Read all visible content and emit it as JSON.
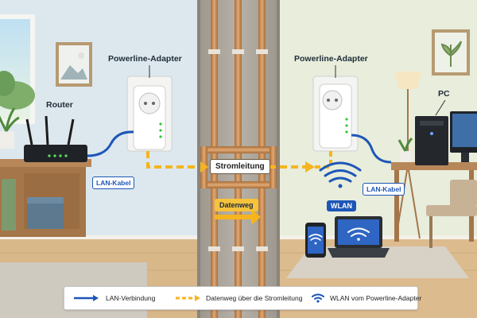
{
  "labels": {
    "router": "Router",
    "adapter_left": "Powerline-Adapter",
    "adapter_right": "Powerline-Adapter",
    "pc": "PC",
    "lan_left": "LAN-Kabel",
    "lan_right": "LAN-Kabel",
    "stromleitung": "Stromleitung",
    "datenweg": "Datenweg",
    "wlan": "WLAN"
  },
  "legend": {
    "lan": "LAN-Verbindung",
    "datenweg": "Datenweg über die Stromleitung",
    "wlan": "WLAN vom Powerline-Adapter"
  },
  "colors": {
    "lan_blue": "#1d56b8",
    "data_yellow": "#f6b51e",
    "copper": "#c28a52",
    "wall": "#a9a49c",
    "left_wall": "#dfe9ef",
    "right_wall": "#e9eedd",
    "floor": "#d9b88a"
  },
  "icons": [
    "router-icon",
    "powerline-adapter-icon",
    "socket-icon",
    "wifi-icon",
    "pc-tower-icon",
    "monitor-icon",
    "laptop-icon",
    "smartphone-icon",
    "plant-icon",
    "lamp-icon"
  ]
}
